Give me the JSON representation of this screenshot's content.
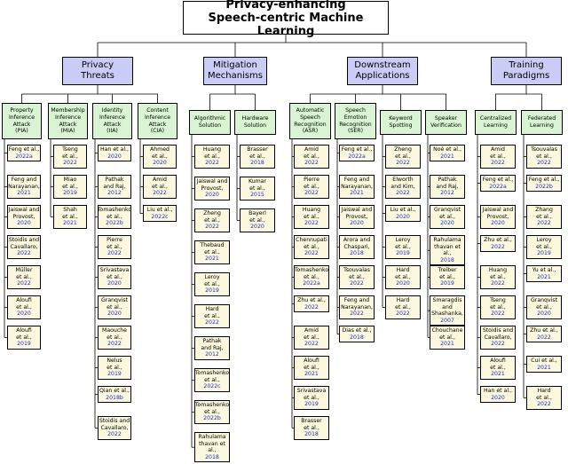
{
  "title": "Privacy-enhancing\nSpeech-centric Machine Learning",
  "colors": {
    "category": "#c9ccf5",
    "subcategory": "#d9f4d2",
    "leaf": "#fbf8dd",
    "citation": "#1a2ccc"
  },
  "categories": [
    {
      "id": "threats",
      "label": "Privacy\nThreats",
      "children": [
        {
          "id": "pia",
          "label": "Property\nInference\nAttack\n(PIA)",
          "leaves": [
            {
              "a": "Feng et al.,",
              "y": "2022a"
            },
            {
              "a": "Feng and\nNarayanan,",
              "y": "2021"
            },
            {
              "a": "Jaiswal and\nProvost,",
              "y": "2020"
            },
            {
              "a": "Stoidis and\nCavallaro,",
              "y": "2022"
            },
            {
              "a": "Müller\net al.,",
              "y": "2022"
            },
            {
              "a": "Aloufi\net al.,",
              "y": "2020"
            },
            {
              "a": "Aloufi\net al.,",
              "y": "2019"
            }
          ]
        },
        {
          "id": "mia",
          "label": "Membership\nInference\nAttack\n(MIA)",
          "leaves": [
            {
              "a": "Tseng\net al.,",
              "y": "2022"
            },
            {
              "a": "Miao\net al.,",
              "y": "2019"
            },
            {
              "a": "Shah\net al.,",
              "y": "2021"
            }
          ]
        },
        {
          "id": "iia",
          "label": "Identity\nInference\nAttack\n(IIA)",
          "leaves": [
            {
              "a": "Han et al.,",
              "y": "2020"
            },
            {
              "a": "Pathak\nand Raj,",
              "y": "2012"
            },
            {
              "a": "Tomashenko\net al.,",
              "y": "2022b"
            },
            {
              "a": "Pierre\net al.,",
              "y": "2022"
            },
            {
              "a": "Srivastava\net al.,",
              "y": "2020"
            },
            {
              "a": "Granqvist\net al.,",
              "y": "2020"
            },
            {
              "a": "Maouche\net al.,",
              "y": "2022"
            },
            {
              "a": "Nelus\net al.,",
              "y": "2019"
            },
            {
              "a": "Qian et al.,",
              "y": "2018b"
            },
            {
              "a": "Stoidis and\nCavallaro,",
              "y": "2022"
            }
          ]
        },
        {
          "id": "cia",
          "label": "Content\nInference\nAttack\n(CIA)",
          "leaves": [
            {
              "a": "Ahmed\net al.,",
              "y": "2020"
            },
            {
              "a": "Amid\net al.,",
              "y": "2022"
            },
            {
              "a": "Liu et al.,",
              "y": "2022c"
            }
          ]
        }
      ]
    },
    {
      "id": "mitigation",
      "label": "Mitigation\nMechanisms",
      "children": [
        {
          "id": "algo",
          "label": "Algorithmic\nSolution",
          "leaves": [
            {
              "a": "Huang\net al.,",
              "y": "2022"
            },
            {
              "a": "Jaiswal and\nProvost,",
              "y": "2020"
            },
            {
              "a": "Zheng\net al.,",
              "y": "2022"
            },
            {
              "a": "Thebaud\net al.,",
              "y": "2021"
            },
            {
              "a": "Leroy\net al.,",
              "y": "2019"
            },
            {
              "a": "Hard\net al.,",
              "y": "2022"
            },
            {
              "a": "Pathak\nand Raj,",
              "y": "2012"
            },
            {
              "a": "Tomashenko\net al.,",
              "y": "2022c"
            },
            {
              "a": "Tomashenko\net al.,",
              "y": "2022b"
            },
            {
              "a": "Rahulama\nthavan et\nal.,",
              "y": "2018"
            }
          ]
        },
        {
          "id": "hw",
          "label": "Hardware\nSolution",
          "leaves": [
            {
              "a": "Brasser\net al.,",
              "y": "2018"
            },
            {
              "a": "Kumar\net al.,",
              "y": "2015"
            },
            {
              "a": "Bayerl\net al.,",
              "y": "2020"
            }
          ]
        }
      ]
    },
    {
      "id": "downstream",
      "label": "Downstream\nApplications",
      "children": [
        {
          "id": "asr",
          "label": "Automatic\nSpeech\nRecognition\n(ASR)",
          "leaves": [
            {
              "a": "Amid\net al.,",
              "y": "2022"
            },
            {
              "a": "Pierre\net al.,",
              "y": "2022"
            },
            {
              "a": "Huang\net al.,",
              "y": "2022"
            },
            {
              "a": "Chennupati\net al.,",
              "y": "2022"
            },
            {
              "a": "Tomashenko\net al.,",
              "y": "2022a"
            },
            {
              "a": "Zhu et al.,",
              "y": "2022"
            },
            {
              "a": "Amid\net al.,",
              "y": "2022"
            },
            {
              "a": "Aloufi\net al.,",
              "y": "2021"
            },
            {
              "a": "Srivastava\net al.,",
              "y": "2019"
            },
            {
              "a": "Brasser\net al.,",
              "y": "2018"
            }
          ]
        },
        {
          "id": "ser",
          "label": "Speech\nEmotion\nRecognition\n(SER)",
          "leaves": [
            {
              "a": "Feng et al.,",
              "y": "2022a"
            },
            {
              "a": "Feng and\nNarayanan,",
              "y": "2021"
            },
            {
              "a": "Jaiswal and\nProvost,",
              "y": "2020"
            },
            {
              "a": "Arora and\nChaspari,",
              "y": "2018"
            },
            {
              "a": "Tsouvalas\net al.,",
              "y": "2022"
            },
            {
              "a": "Feng and\nNarayanan,",
              "y": "2022"
            },
            {
              "a": "Dias et al.,",
              "y": "2018"
            }
          ]
        },
        {
          "id": "kws",
          "label": "Keyword\nSpotting",
          "leaves": [
            {
              "a": "Zheng\net al.,",
              "y": "2022"
            },
            {
              "a": "Elworth\nand Kim,",
              "y": "2022"
            },
            {
              "a": "Liu et al.,",
              "y": "2020"
            },
            {
              "a": "Leroy\net al.,",
              "y": "2019"
            },
            {
              "a": "Hard\net al.,",
              "y": "2020"
            },
            {
              "a": "Hard\net al.,",
              "y": "2022"
            }
          ]
        },
        {
          "id": "sv",
          "label": "Speaker\nVerification",
          "leaves": [
            {
              "a": "Noé et al.,",
              "y": "2021"
            },
            {
              "a": "Pathak\nand Raj,",
              "y": "2012"
            },
            {
              "a": "Granqvist\net al.,",
              "y": "2020"
            },
            {
              "a": "Rahulama\nthavan et\nal.,",
              "y": "2018"
            },
            {
              "a": "Treiber\net al.,",
              "y": "2019"
            },
            {
              "a": "Smaragdis\nand\nShashanka,",
              "y": "2007"
            },
            {
              "a": "Chouchane\net al.,",
              "y": "2021"
            }
          ]
        }
      ]
    },
    {
      "id": "training",
      "label": "Training\nParadigms",
      "children": [
        {
          "id": "central",
          "label": "Centralized\nLearning",
          "leaves": [
            {
              "a": "Amid\net al.,",
              "y": "2022"
            },
            {
              "a": "Feng et al.,",
              "y": "2022a"
            },
            {
              "a": "Jaiswal and\nProvost,",
              "y": "2020"
            },
            {
              "a": "Zhu et al.,",
              "y": "2022"
            },
            {
              "a": "Huang\net al.,",
              "y": "2022"
            },
            {
              "a": "Tseng\net al.,",
              "y": "2022"
            },
            {
              "a": "Stoidis and\nCavallaro,",
              "y": "2022"
            },
            {
              "a": "Aloufi\net al.,",
              "y": "2021"
            },
            {
              "a": "Han et al.,",
              "y": "2020"
            }
          ]
        },
        {
          "id": "federated",
          "label": "Federated\nLearning",
          "leaves": [
            {
              "a": "Tsouvalas\net al.,",
              "y": "2022"
            },
            {
              "a": "Feng et al.,",
              "y": "2022b"
            },
            {
              "a": "Zhang\net al.,",
              "y": "2022"
            },
            {
              "a": "Leroy\net al.,",
              "y": "2019"
            },
            {
              "a": "Yu et al.,",
              "y": "2021"
            },
            {
              "a": "Granqvist\net al.,",
              "y": "2020"
            },
            {
              "a": "Zhu et al.,",
              "y": "2022"
            },
            {
              "a": "Cui et al.,",
              "y": "2021"
            },
            {
              "a": "Hard\net al.,",
              "y": "2022"
            }
          ]
        }
      ]
    }
  ]
}
